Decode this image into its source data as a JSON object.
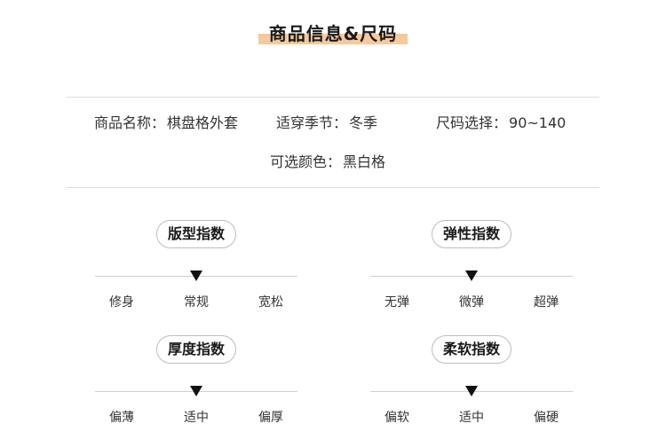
{
  "header": {
    "title": "商品信息&尺码"
  },
  "info": {
    "name_label": "商品名称：",
    "name_value": "棋盘格外套",
    "season_label": "适穿季节：",
    "season_value": "冬季",
    "size_label": "尺码选择：",
    "size_value": "90~140",
    "color_label": "可选颜色：",
    "color_value": "黑白格"
  },
  "indices": [
    {
      "title": "版型指数",
      "options": [
        "修身",
        "常规",
        "宽松"
      ],
      "selected": 1
    },
    {
      "title": "弹性指数",
      "options": [
        "无弹",
        "微弹",
        "超弹"
      ],
      "selected": 1
    },
    {
      "title": "厚度指数",
      "options": [
        "偏薄",
        "适中",
        "偏厚"
      ],
      "selected": 1
    },
    {
      "title": "柔软指数",
      "options": [
        "偏软",
        "适中",
        "偏硬"
      ],
      "selected": 1
    }
  ],
  "colors": {
    "title_highlight": "#f7c99a",
    "marker": "#111111"
  }
}
